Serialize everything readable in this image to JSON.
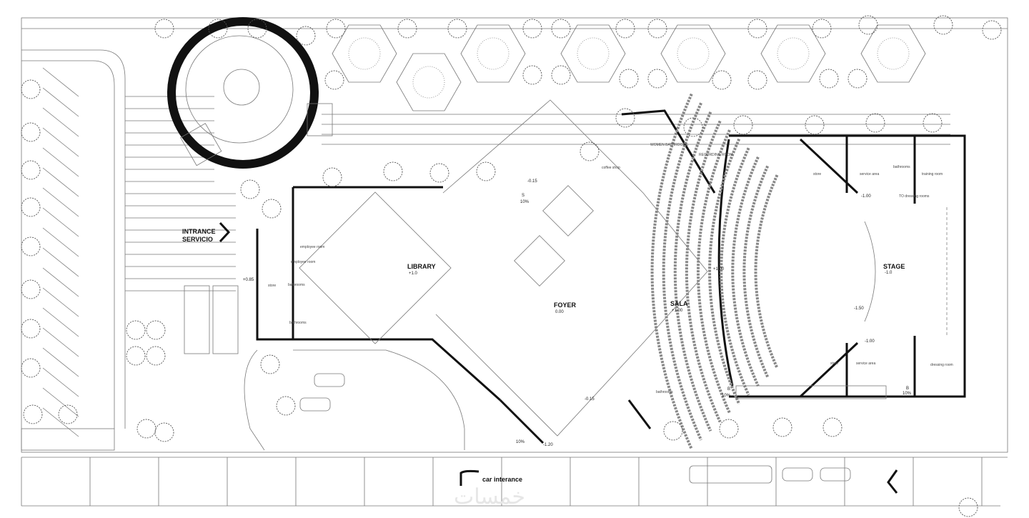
{
  "labels": {
    "entrance": "INTRANCE",
    "servicio": "SERVICIO",
    "library": "LIBRARY",
    "library_level": "+1.0",
    "foyer": "FOYER",
    "foyer_level": "0.00",
    "sala": "SALA",
    "sala_level": "+1.00",
    "stage": "STAGE",
    "stage_level": "-1.0",
    "car_entrance": "car interance"
  },
  "rooms": {
    "coffee_shop": "coffee shop",
    "women_bathrooms": "WOMEN BATHROOMS",
    "recording_room": "RECORDING ROOM",
    "store_top": "store",
    "service_area_top": "service area",
    "bathrooms_top": "bathrooms",
    "training_room": "training room",
    "to_dressing": "TO dressing rooms",
    "store_bottom": "store",
    "service_area_bottom": "service area",
    "dressing_room": "dressing room",
    "employee_room_1": "employee room",
    "employee_room_2": "employee room",
    "bathrooms_left_1": "bathrooms",
    "bathrooms_left_2": "bathrooms",
    "store_left": "store",
    "bathrooms_sala": "bathrooms"
  },
  "levels": {
    "service": "+0.85",
    "top_ramp": "-0.15",
    "stair_slope": "10%",
    "foyer_lower": "-0.15",
    "bottom_ramp": "-1.20",
    "bottom_slope": "10%",
    "backstage_top": "-1.00",
    "backstage_bottom": "-1.00",
    "seating": "-1.50",
    "hall": "+1.00",
    "ramp_left_slope": "10%",
    "ramp_right_slope": "10%"
  },
  "marks": {
    "stair": "S",
    "ramp": "B"
  },
  "watermark": "خمسات"
}
